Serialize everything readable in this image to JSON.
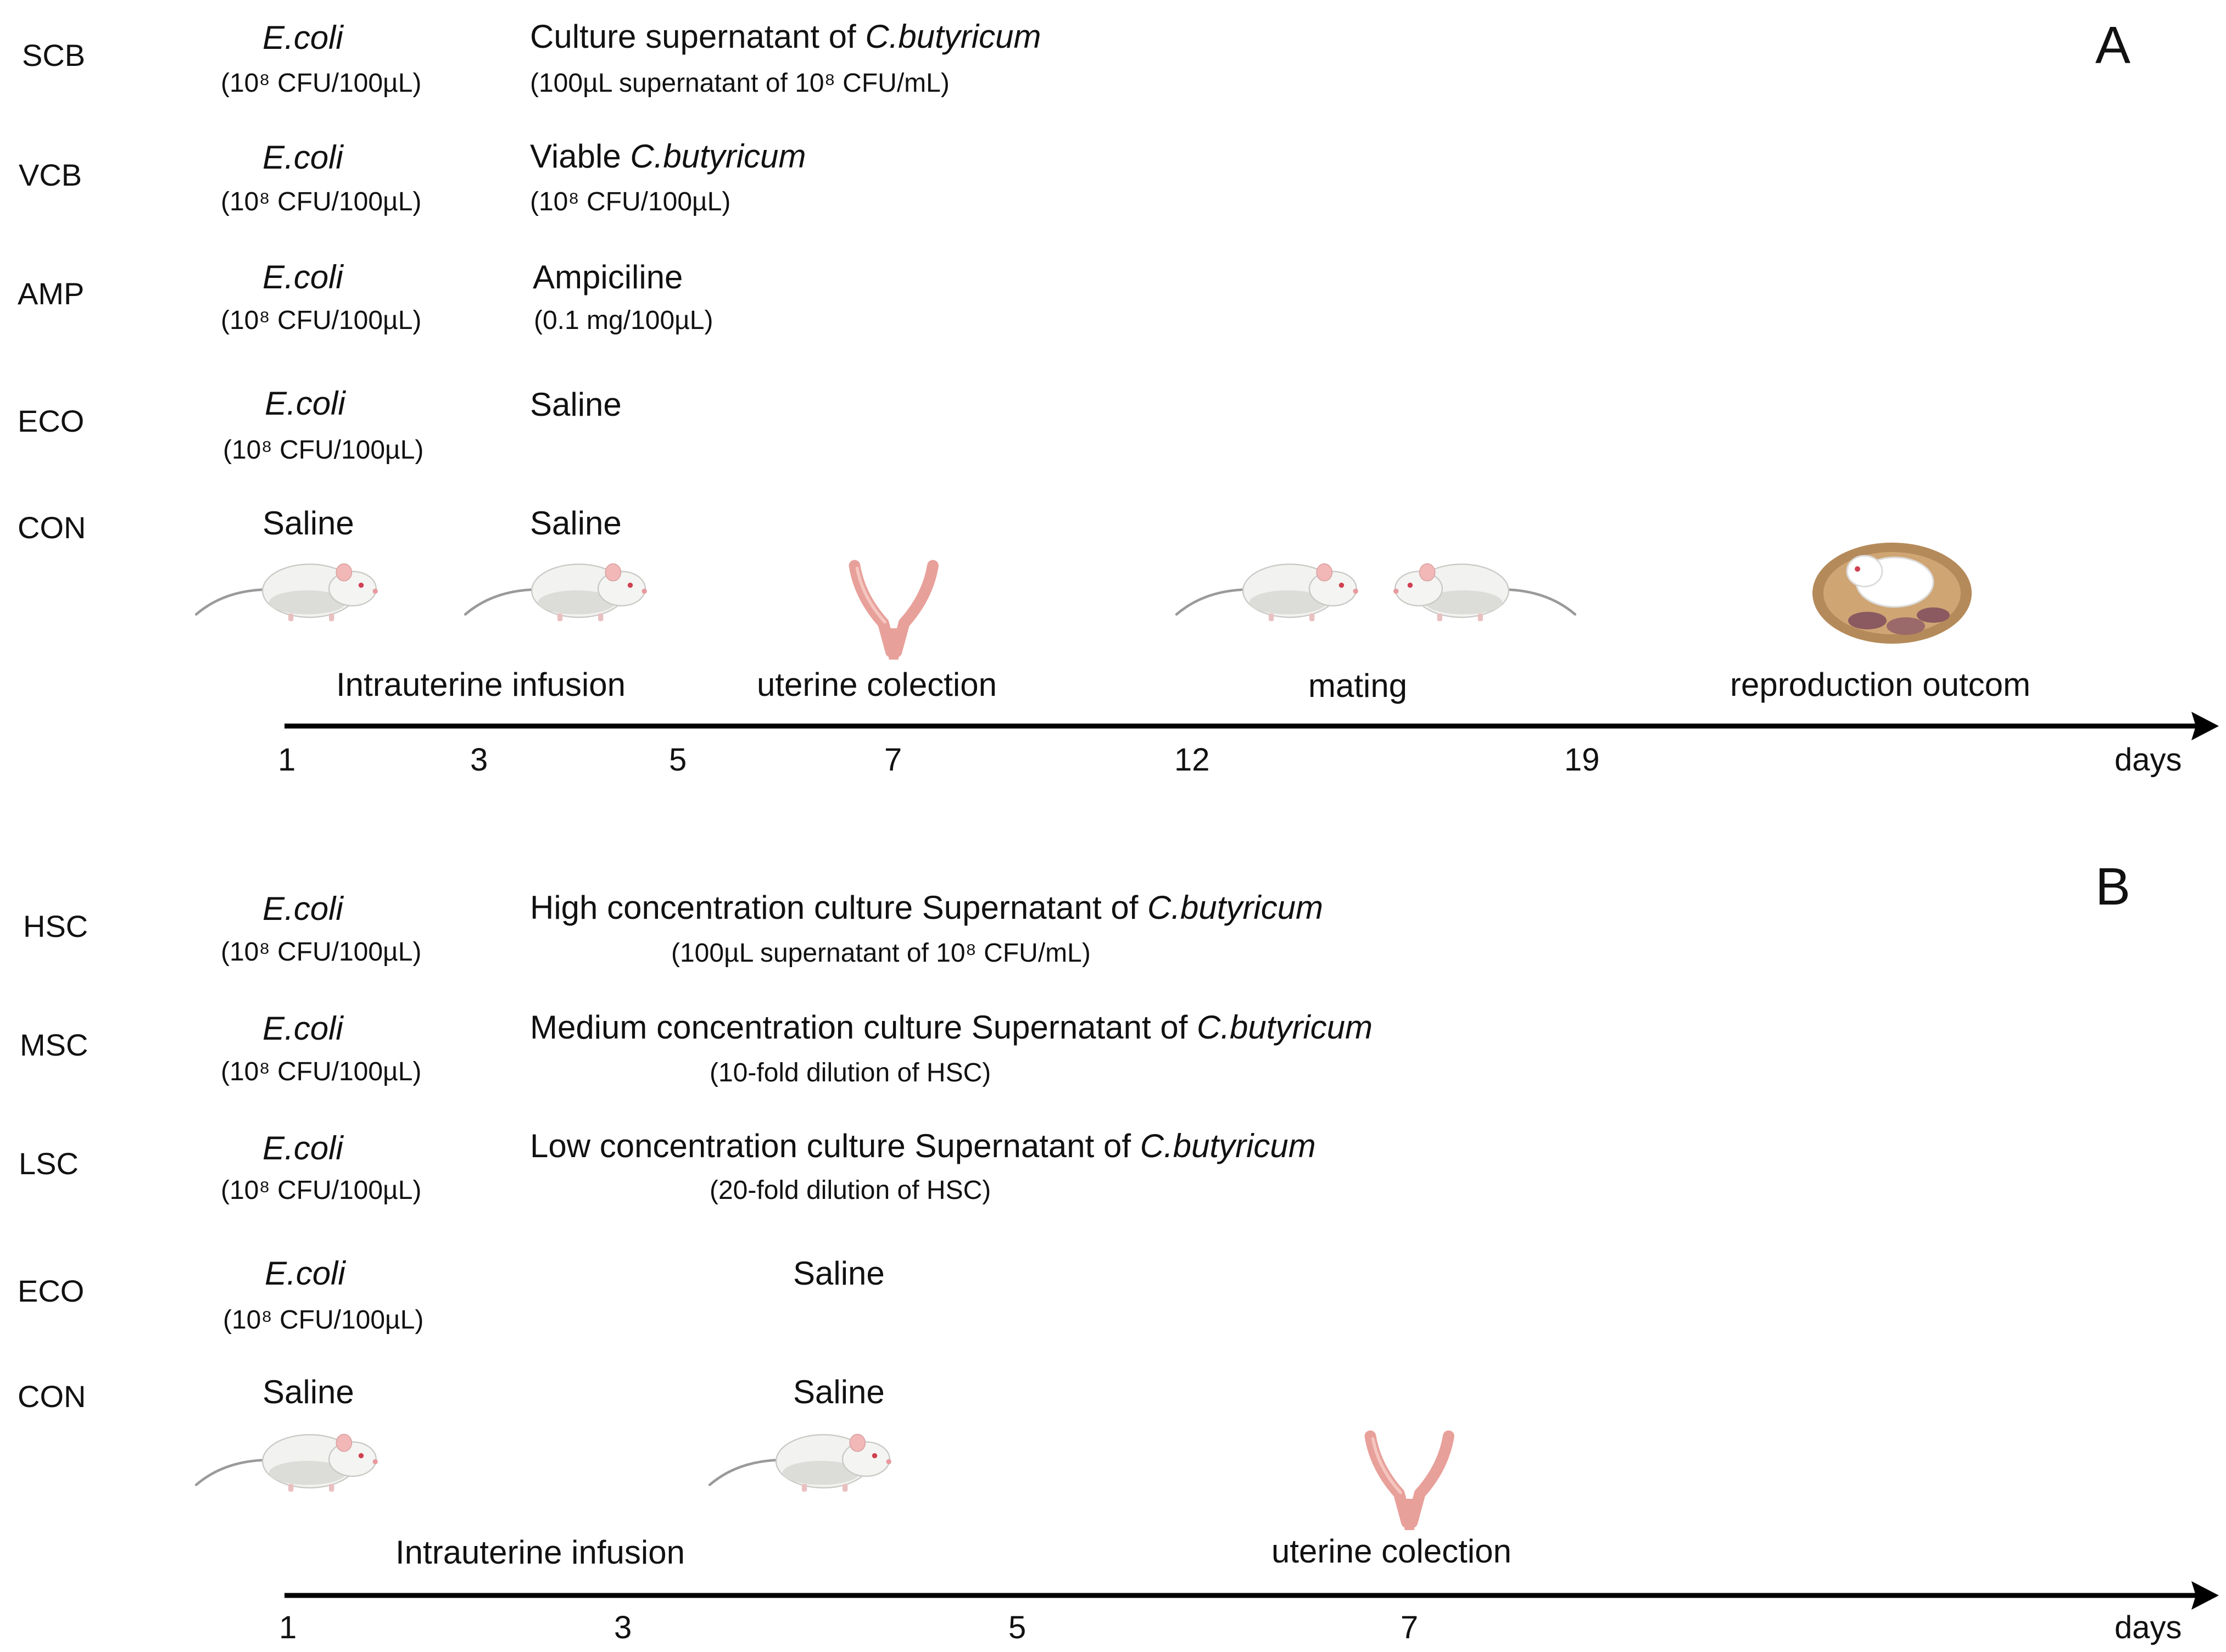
{
  "panelA": {
    "letter": "A",
    "groups": [
      {
        "label": "SCB",
        "first_main": "E.coli",
        "first_sub": "(10⁸ CFU/100µL)",
        "second_main": "Culture supernatant of ",
        "second_main_italic": "C.butyricum",
        "second_sub": "(100µL supernatant of 10⁸ CFU/mL)"
      },
      {
        "label": "VCB",
        "first_main": "E.coli",
        "first_sub": "(10⁸ CFU/100µL)",
        "second_main": "Viable ",
        "second_main_italic": "C.butyricum",
        "second_sub": "(10⁸ CFU/100µL)"
      },
      {
        "label": "AMP",
        "first_main": "E.coli",
        "first_sub": "(10⁸ CFU/100µL)",
        "second_main": "Ampiciline",
        "second_sub": "(0.1 mg/100µL)"
      },
      {
        "label": "ECO",
        "first_main": "E.coli",
        "first_sub": "(10⁸ CFU/100µL)",
        "second_main": "Saline"
      },
      {
        "label": "CON",
        "first_main": "Saline",
        "second_main": "Saline"
      }
    ],
    "stages": {
      "infusion": "Intrauterine infusion",
      "collection": "uterine colection",
      "mating": "mating",
      "outcome": "reproduction outcom"
    },
    "ticks": [
      "1",
      "3",
      "5",
      "7",
      "12",
      "19"
    ],
    "axis_label": "days"
  },
  "panelB": {
    "letter": "B",
    "groups": [
      {
        "label": "HSC",
        "first_main": "E.coli",
        "first_sub": "(10⁸ CFU/100µL)",
        "second_main": "High concentration culture Supernatant of ",
        "second_main_italic": "C.butyricum",
        "second_sub": "(100µL supernatant of 10⁸ CFU/mL)"
      },
      {
        "label": "MSC",
        "first_main": "E.coli",
        "first_sub": "(10⁸ CFU/100µL)",
        "second_main": "Medium concentration culture Supernatant of ",
        "second_main_italic": "C.butyricum",
        "second_sub": "(10-fold dilution of HSC)"
      },
      {
        "label": "LSC",
        "first_main": "E.coli",
        "first_sub": "(10⁸ CFU/100µL)",
        "second_main": "Low concentration culture Supernatant of ",
        "second_main_italic": "C.butyricum",
        "second_sub": "(20-fold dilution of HSC)"
      },
      {
        "label": "ECO",
        "first_main": "E.coli",
        "first_sub": "(10⁸ CFU/100µL)",
        "second_main": "Saline"
      },
      {
        "label": "CON",
        "first_main": "Saline",
        "second_main": "Saline"
      }
    ],
    "stages": {
      "infusion": "Intrauterine infusion",
      "collection": "uterine colection"
    },
    "ticks": [
      "1",
      "3",
      "5",
      "7"
    ],
    "axis_label": "days"
  },
  "colors": {
    "text": "#111111",
    "axis": "#000000",
    "mouse_body": "#f2f2f0",
    "mouse_shade": "#c9c9c6",
    "mouse_ear": "#f2b8b8",
    "uterus": "#e8a09a",
    "nest": "#b58a5a"
  },
  "icons": [
    "mouse-icon",
    "uterus-icon",
    "mouse-litter-icon"
  ]
}
